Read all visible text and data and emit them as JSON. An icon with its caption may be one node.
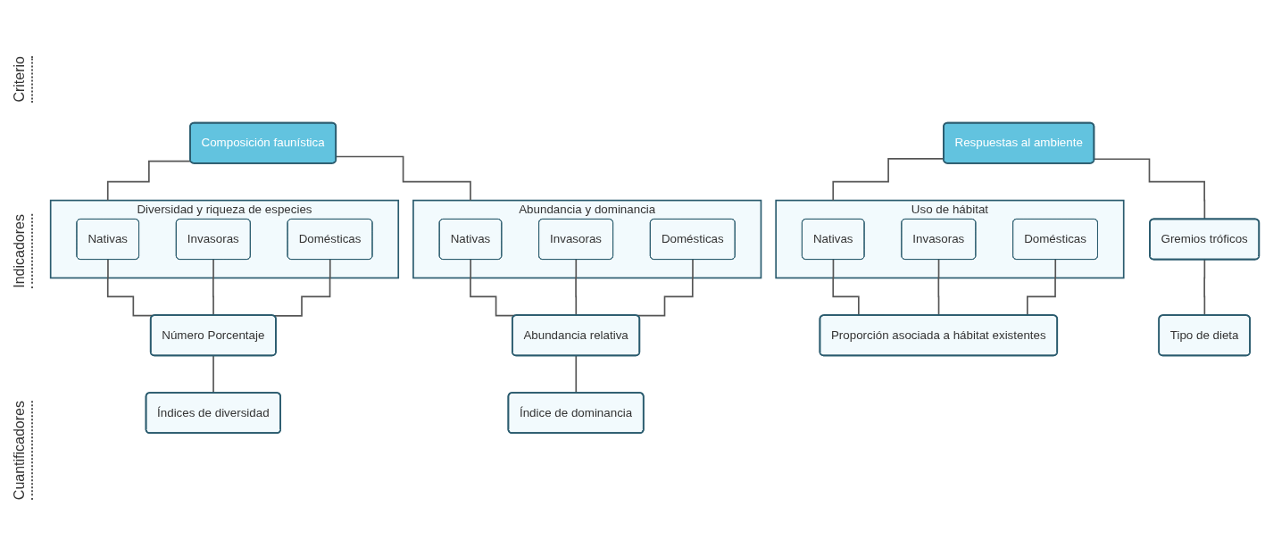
{
  "diagram": {
    "nodes": [
      {
        "text": [
          "Composición faunística"
        ]
      },
      {
        "text": [
          "Respuestas al ambiente"
        ]
      },
      {
        "text": [
          "Diversidad y riqueza de especies"
        ]
      },
      {
        "text": [
          "Nativas"
        ],
        "in": 2
      },
      {
        "text": [
          "Invasoras"
        ],
        "in": 2
      },
      {
        "text": [
          "Domésticas"
        ],
        "in": 2
      },
      {
        "text": [
          "Abundancia y dominancia"
        ]
      },
      {
        "text": [
          "Nativas"
        ],
        "in": 6
      },
      {
        "text": [
          "Invasoras"
        ],
        "in": 6
      },
      {
        "text": [
          "Domésticas"
        ],
        "in": 6
      },
      {
        "text": [
          "Uso de hábitat"
        ]
      },
      {
        "text": [
          "Nativas"
        ],
        "in": 10
      },
      {
        "text": [
          "Invasoras"
        ],
        "in": 10
      },
      {
        "text": [
          "Domésticas"
        ],
        "in": 10
      },
      {
        "text": [
          "Gremios tróficos"
        ]
      },
      {
        "text": [
          "Número Porcentaje"
        ]
      },
      {
        "text": [
          "Abundancia relativa"
        ]
      },
      {
        "text": [
          "Proporción asociada a hábitat existentes"
        ]
      },
      {
        "text": [
          "Tipo de dieta"
        ]
      },
      {
        "text": [
          "Índices de diversidad"
        ]
      },
      {
        "text": [
          "Índice de dominancia"
        ]
      }
    ],
    "edges": [
      {
        "from": 0,
        "to": 2,
        "arrow": "none"
      },
      {
        "from": 0,
        "to": 6,
        "arrow": "none"
      },
      {
        "from": 1,
        "to": 10,
        "arrow": "none"
      },
      {
        "from": 1,
        "to": 14,
        "arrow": "none"
      },
      {
        "from": 3,
        "to": 15,
        "arrow": "none"
      },
      {
        "from": 4,
        "to": 15,
        "arrow": "none"
      },
      {
        "from": 5,
        "to": 15,
        "arrow": "none"
      },
      {
        "from": 7,
        "to": 16,
        "arrow": "none"
      },
      {
        "from": 8,
        "to": 16,
        "arrow": "none"
      },
      {
        "from": 9,
        "to": 16,
        "arrow": "none"
      },
      {
        "from": 11,
        "to": 17,
        "arrow": "none"
      },
      {
        "from": 12,
        "to": 17,
        "arrow": "none"
      },
      {
        "from": 13,
        "to": 17,
        "arrow": "none"
      },
      {
        "from": 14,
        "to": 18,
        "arrow": "none"
      },
      {
        "from": 15,
        "to": 19,
        "arrow": "none"
      },
      {
        "from": 16,
        "to": 20,
        "arrow": "none"
      }
    ],
    "labels": [
      "Criterio",
      "Indicadores",
      "Cuantificadores"
    ]
  }
}
